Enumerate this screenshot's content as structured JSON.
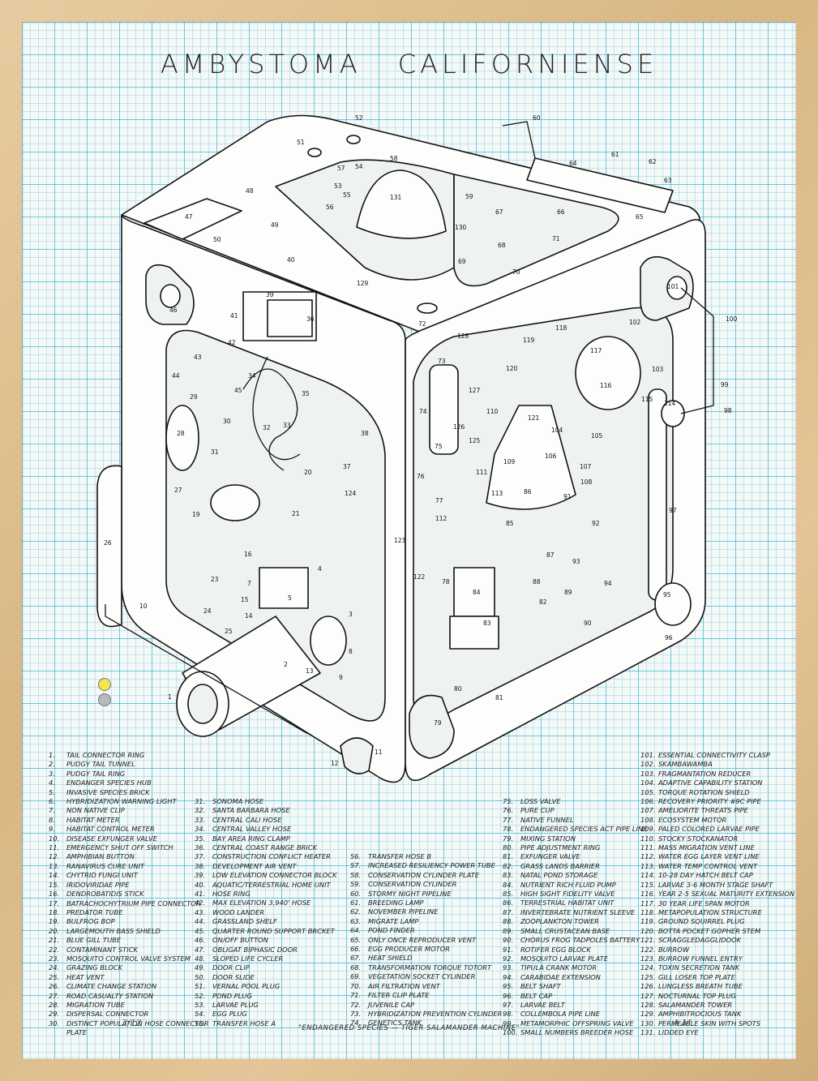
{
  "title": "AMBYSTOMA  CALIFORNIENSE",
  "caption": "\"ENDANGERED SPECIES — TIGER SALAMANDER MACHINE\"",
  "signature_left": "3/12",
  "signature_right": "A.M.",
  "colors": {
    "grid": "#28afd7",
    "paper": "#f4f8f6",
    "frame": "#d8b784",
    "ink": "#111111",
    "swatch_yellow": "#f2e64a",
    "swatch_gray": "#b9b9b9"
  },
  "legend": {
    "col1": [
      [
        "1.",
        "TAIL CONNECTOR RING"
      ],
      [
        "2.",
        "PUDGY TAIL TUNNEL"
      ],
      [
        "3.",
        "PUDGY TAIL RING"
      ],
      [
        "4.",
        "ENDANGER SPECIES HUB"
      ],
      [
        "5.",
        "INVASIVE SPECIES BRICK"
      ],
      [
        "6.",
        "HYBRIDIZATION WARNING LIGHT"
      ],
      [
        "7.",
        "NON NATIVE CLIP"
      ],
      [
        "8.",
        "HABITAT METER"
      ],
      [
        "9.",
        "HABITAT CONTROL METER"
      ],
      [
        "10.",
        "DISEASE EXFUNGER VALVE"
      ],
      [
        "11.",
        "EMERGENCY SHUT OFF SWITCH"
      ],
      [
        "12.",
        "AMPHIBIAN BUTTON"
      ],
      [
        "13.",
        "RANAVIRUS CURE UNIT"
      ],
      [
        "14.",
        "CHYTRID FUNGI UNIT"
      ],
      [
        "15.",
        "IRIDOVIRIDAE PIPE"
      ],
      [
        "16.",
        "DENDROBATIDIS STICK"
      ],
      [
        "17.",
        "BATRACHOCHYTRIUM PIPE CONNECTOR"
      ],
      [
        "18.",
        "PREDATOR TUBE"
      ],
      [
        "19.",
        "BULFROG BOP"
      ],
      [
        "20.",
        "LARGEMOUTH BASS SHIELD"
      ],
      [
        "21.",
        "BLUE GILL TUBE"
      ],
      [
        "22.",
        "CONTAMINANT STICK"
      ],
      [
        "23.",
        "MOSQUITO CONTROL VALVE SYSTEM"
      ],
      [
        "24.",
        "GRAZING BLOCK"
      ],
      [
        "25.",
        "HEAT VENT"
      ],
      [
        "26.",
        "CLIMATE CHANGE STATION"
      ],
      [
        "27.",
        "ROAD CASUALTY STATION"
      ],
      [
        "28.",
        "MIGRATION TUBE"
      ],
      [
        "29.",
        "DISPERSAL CONNECTOR"
      ],
      [
        "30.",
        "DISTINCT POPULATION HOSE CONNECTOR"
      ],
      [
        "",
        "PLATE"
      ]
    ],
    "col2": [
      [
        "31.",
        "SONOMA HOSE"
      ],
      [
        "32.",
        "SANTA BARBARA HOSE"
      ],
      [
        "33.",
        "CENTRAL CALI HOSE"
      ],
      [
        "34.",
        "CENTRAL VALLEY HOSE"
      ],
      [
        "35.",
        "BAY AREA RING CLAMP"
      ],
      [
        "36.",
        "CENTRAL COAST RANGE BRICK"
      ],
      [
        "37.",
        "CONSTRUCTION CONFLICT HEATER"
      ],
      [
        "38.",
        "DEVELOPMENT AIR VENT"
      ],
      [
        "39.",
        "LOW ELEVATION CONNECTOR BLOCK"
      ],
      [
        "40.",
        "AQUATIC/TERRESTRIAL HOME UNIT"
      ],
      [
        "41.",
        "HOSE RING"
      ],
      [
        "42.",
        "MAX ELEVATION 3,940' HOSE"
      ],
      [
        "43.",
        "WOOD LANDER"
      ],
      [
        "44.",
        "GRASSLAND SHELF"
      ],
      [
        "45.",
        "QUARTER ROUND SUPPORT BRCKET"
      ],
      [
        "46.",
        "ON/OFF BUTTON"
      ],
      [
        "47.",
        "OBLIGAT BIPHASIC DOOR"
      ],
      [
        "48.",
        "SLOPED LIFE CYCLER"
      ],
      [
        "49.",
        "DOOR CLIP"
      ],
      [
        "50.",
        "DOOR SLIDE"
      ],
      [
        "51.",
        "VERNAL POOL PLUG"
      ],
      [
        "52.",
        "POND PLUG"
      ],
      [
        "53.",
        "LARVAE PLUG"
      ],
      [
        "54.",
        "EGG PLUG"
      ],
      [
        "55.",
        "TRANSFER HOSE A"
      ]
    ],
    "col3": [
      [
        "56.",
        "TRANSFER HOSE B"
      ],
      [
        "57.",
        "INCREASED RESILIENCY POWER TUBE"
      ],
      [
        "58.",
        "CONSERVATION CYLINDER PLATE"
      ],
      [
        "59.",
        "CONSERVATION CYLINDER"
      ],
      [
        "60.",
        "STORMY NIGHT PIPELINE"
      ],
      [
        "61.",
        "BREEDING LAMP"
      ],
      [
        "62.",
        "NOVEMBER PIPELINE"
      ],
      [
        "63.",
        "MIGRATE LAMP"
      ],
      [
        "64.",
        "POND FINDER"
      ],
      [
        "65.",
        "ONLY ONCE REPRODUCER VENT"
      ],
      [
        "66.",
        "EGG PRODUCER MOTOR"
      ],
      [
        "67.",
        "HEAT SHIELD"
      ],
      [
        "68.",
        "TRANSFORMATION TORQUE TOTORT"
      ],
      [
        "69.",
        "VEGETATION SOCKET CYLINDER"
      ],
      [
        "70.",
        "AIR FILTRATION VENT"
      ],
      [
        "71.",
        "FILTER CLIP PLATE"
      ],
      [
        "72.",
        "JUVENILE CAP"
      ],
      [
        "73.",
        "HYBRIDIZATION PREVENTION CYLINDER"
      ],
      [
        "74.",
        "GENETICS TANK"
      ]
    ],
    "col4": [
      [
        "75.",
        "LOSS VALVE"
      ],
      [
        "76.",
        "PURE CUP"
      ],
      [
        "77.",
        "NATIVE FUNNEL"
      ],
      [
        "78.",
        "ENDANGERED SPECIES ACT PIPE LINE"
      ],
      [
        "79.",
        "MIXING STATION"
      ],
      [
        "80.",
        "PIPE ADJUSTMENT RING"
      ],
      [
        "81.",
        "EXFUNGER VALVE"
      ],
      [
        "82.",
        "GRASS LANDS BARRIER"
      ],
      [
        "83.",
        "NATAL POND STORAGE"
      ],
      [
        "84.",
        "NUTRIENT RICH FLUID PUMP"
      ],
      [
        "85.",
        "HIGH SIGHT FIDELITY VALVE"
      ],
      [
        "86.",
        "TERRESTRIAL HABITAT UNIT"
      ],
      [
        "87.",
        "INVERTEBRATE NUTRIENT SLEEVE"
      ],
      [
        "88.",
        "ZOOPLANKTON TOWER"
      ],
      [
        "89.",
        "SMALL CRUSTACEAN BASE"
      ],
      [
        "90.",
        "CHORUS FROG TADPOLES BATTERY"
      ],
      [
        "91.",
        "ROTIFER EGG BLOCK"
      ],
      [
        "92.",
        "MOSQUITO LARVAE PLATE"
      ],
      [
        "93.",
        "TIPULA CRANK MOTOR"
      ],
      [
        "94.",
        "CARABIDAE EXTENSION"
      ],
      [
        "95.",
        "BELT SHAFT"
      ],
      [
        "96.",
        "BELT CAP"
      ],
      [
        "97.",
        "LARVAE BELT"
      ],
      [
        "98.",
        "COLLEMBOLA PIPE LINE"
      ],
      [
        "99.",
        "METAMORPHIC OFFSPRING VALVE"
      ],
      [
        "100.",
        "SMALL NUMBERS BREEDER HOSE"
      ]
    ],
    "col5": [
      [
        "101.",
        "ESSENTIAL CONNECTIVITY CLASP"
      ],
      [
        "102.",
        "SKAMBAWAMBA"
      ],
      [
        "103.",
        "FRAGMANTATION REDUCER"
      ],
      [
        "104.",
        "ADAPTIVE CAPABILITY STATION"
      ],
      [
        "105.",
        "TORQUE ROTATION SHIELD"
      ],
      [
        "106.",
        "RECOVERY PRIORITY #9C PIPE"
      ],
      [
        "107.",
        "AMELIORITE THREATS PIPE"
      ],
      [
        "108.",
        "ECOSYSTEM MOTOR"
      ],
      [
        "109.",
        "PALED COLORED LARVAE PIPE"
      ],
      [
        "110.",
        "STOCKY STOCKANATOR"
      ],
      [
        "111.",
        "MASS MIGRATION VENT LINE"
      ],
      [
        "112.",
        "WATER EGG LAYER VENT LINE"
      ],
      [
        "113.",
        "WATER TEMP CONTROL VENT"
      ],
      [
        "114.",
        "10-28 DAY HATCH BELT CAP"
      ],
      [
        "115.",
        "LARVAE 3-6 MONTH STAGE SHAFT"
      ],
      [
        "116.",
        "YEAR 2-5 SEXUAL MATURITY EXTENSION"
      ],
      [
        "117.",
        "30 YEAR LIFE SPAN MOTOR"
      ],
      [
        "118.",
        "METAPOPULATION STRUCTURE"
      ],
      [
        "119.",
        "GROUND SQUIRREL PLUG"
      ],
      [
        "120.",
        "BOTTA POCKET GOPHER STEM"
      ],
      [
        "121.",
        "SCRAGGLEDAGGLIDOOK"
      ],
      [
        "122.",
        "BURROW"
      ],
      [
        "123.",
        "BURROW FUNNEL ENTRY"
      ],
      [
        "124.",
        "TOXIN SECRETION TANK"
      ],
      [
        "125.",
        "GILL LOSER TOP PLATE"
      ],
      [
        "126.",
        "LUNGLESS BREATH TUBE"
      ],
      [
        "127.",
        "NOCTURNAL TOP PLUG"
      ],
      [
        "128.",
        "SALAMANDER TOWER"
      ],
      [
        "129.",
        "AMPHIBITROCIOUS TANK"
      ],
      [
        "130.",
        "PERMEABLE SKIN WITH SPOTS"
      ],
      [
        "131.",
        "LIDDED EYE"
      ]
    ]
  },
  "part_labels": [
    "1",
    "2",
    "3",
    "4",
    "5",
    "7",
    "8",
    "9",
    "10",
    "11",
    "12",
    "13",
    "14",
    "15",
    "16",
    "19",
    "20",
    "21",
    "23",
    "24",
    "25",
    "26",
    "27",
    "28",
    "29",
    "30",
    "31",
    "32",
    "33",
    "34",
    "35",
    "36",
    "37",
    "38",
    "39",
    "40",
    "41",
    "42",
    "43",
    "44",
    "45",
    "46",
    "47",
    "48",
    "49",
    "50",
    "51",
    "52",
    "53",
    "54",
    "55",
    "56",
    "57",
    "58",
    "59",
    "60",
    "61",
    "62",
    "63",
    "64",
    "65",
    "66",
    "67",
    "68",
    "69",
    "70",
    "71",
    "72",
    "73",
    "74",
    "75",
    "76",
    "77",
    "78",
    "79",
    "80",
    "81",
    "82",
    "83",
    "84",
    "85",
    "86",
    "87",
    "88",
    "89",
    "90",
    "91",
    "92",
    "93",
    "94",
    "95",
    "96",
    "97",
    "98",
    "99",
    "100",
    "101",
    "102",
    "103",
    "104",
    "105",
    "106",
    "107",
    "108",
    "109",
    "110",
    "111",
    "112",
    "113",
    "114",
    "115",
    "116",
    "117",
    "118",
    "119",
    "120",
    "121",
    "122",
    "123",
    "124",
    "125",
    "126",
    "127",
    "128",
    "129",
    "130",
    "131"
  ]
}
